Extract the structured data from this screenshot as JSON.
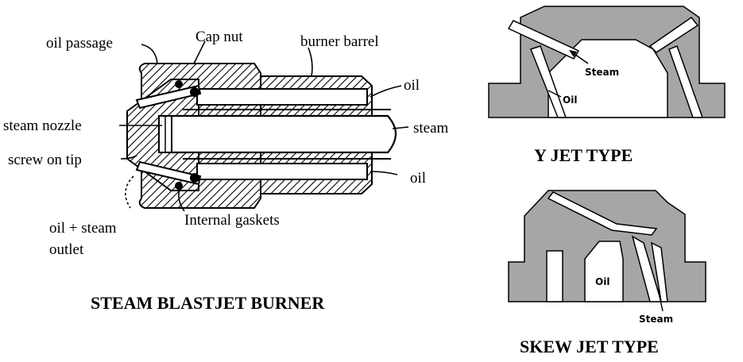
{
  "left_diagram": {
    "labels": {
      "oil_passage": "oil passage",
      "cap_nut": "Cap nut",
      "burner_barrel": "burner barrel",
      "oil_top": "oil",
      "steam_nozzle": "steam nozzle",
      "steam": "steam",
      "screw_on_tip": "screw on tip",
      "oil_bottom": "oil",
      "oil_steam_line1": "oil + steam",
      "oil_steam_line2": "outlet",
      "internal_gaskets": "Internal gaskets"
    },
    "title": "STEAM BLASTJET  BURNER"
  },
  "y_jet": {
    "steam_label": "Steam",
    "oil_label": "Oil",
    "title": "Y JET TYPE"
  },
  "skew_jet": {
    "oil_label": "Oil",
    "steam_label": "Steam",
    "title": "SKEW JET TYPE"
  },
  "colors": {
    "line": "#000000",
    "fill_gray": "#a6a6a6",
    "background": "#ffffff"
  }
}
